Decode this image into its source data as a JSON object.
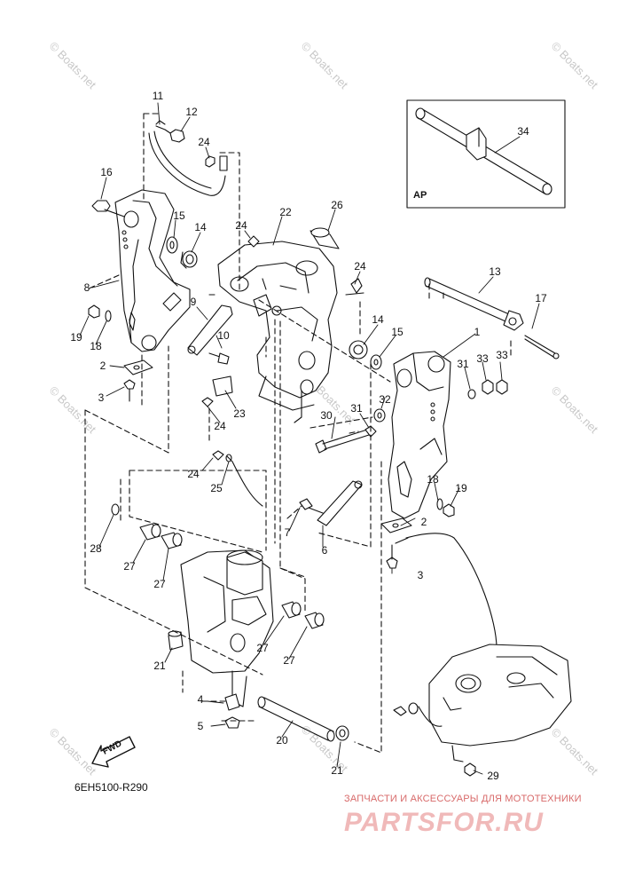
{
  "watermark_text": "© Boats.net",
  "diagram_code": "6EH5100-R290",
  "inset_label": "AP",
  "fwd_label": "FWD",
  "shop_tagline": "ЗАПЧАСТИ И АКСЕССУАРЫ ДЛЯ МОТОТЕХНИКИ",
  "shop_logo": "PARTSFOR.RU",
  "part_numbers": {
    "p11": "11",
    "p12": "12",
    "p24a": "24",
    "p16": "16",
    "p15a": "15",
    "p14a": "14",
    "p24b": "24",
    "p22": "22",
    "p26": "26",
    "p8": "8",
    "p9": "9",
    "p10": "10",
    "p19a": "19",
    "p18a": "18",
    "p2a": "2",
    "p3a": "3",
    "p23": "23",
    "p24c": "24",
    "p24d": "24",
    "p14b": "14",
    "p15b": "15",
    "p13": "13",
    "p17": "17",
    "p1": "1",
    "p31a": "31",
    "p33a": "33",
    "p33b": "33",
    "p32": "32",
    "p31b": "31",
    "p30": "30",
    "p34": "34",
    "p24e": "24",
    "p25": "25",
    "p28": "28",
    "p27a": "27",
    "p27b": "27",
    "p7": "7",
    "p6": "6",
    "p18b": "18",
    "p19b": "19",
    "p2b": "2",
    "p3b": "3",
    "p21a": "21",
    "p27c": "27",
    "p27d": "27",
    "p4": "4",
    "p5": "5",
    "p20": "20",
    "p21b": "21",
    "p29": "29"
  },
  "colors": {
    "line": "#111111",
    "watermark": "#c9c9c9",
    "brand": "#d86a6a"
  }
}
